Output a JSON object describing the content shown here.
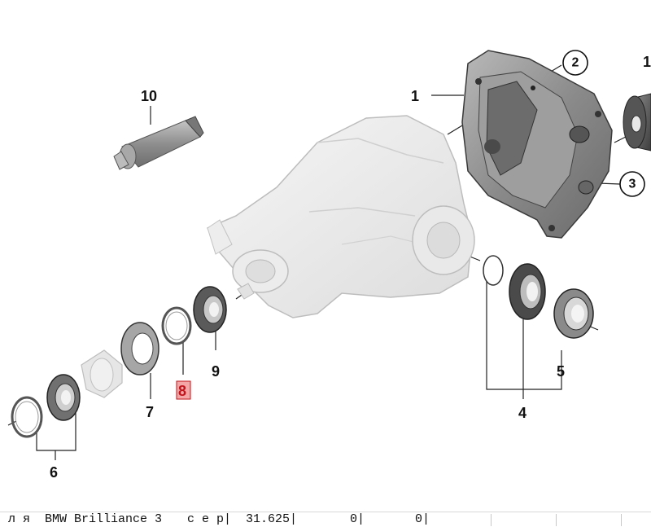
{
  "callouts": {
    "c1": "1",
    "c2": "2",
    "c3": "3",
    "c4": "4",
    "c5": "5",
    "c6": "6",
    "c7": "7",
    "c8": "8",
    "c9": "9",
    "c10": "10",
    "c11": "1"
  },
  "highlight_color": "#c0141c",
  "status_bar": {
    "model_prefix": "л я",
    "model": "BMW Brilliance 3",
    "series": "с е р|",
    "price": "31.625|",
    "qty1": "0|",
    "qty2": "0|"
  }
}
